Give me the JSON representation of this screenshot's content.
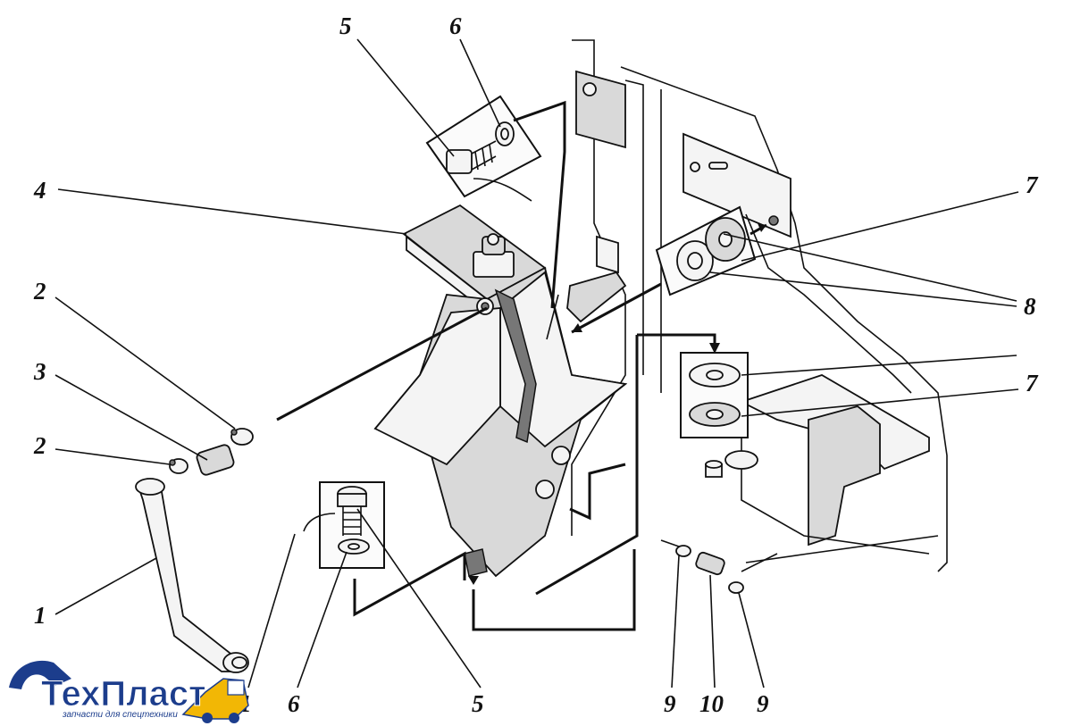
{
  "callouts": [
    {
      "id": "c5a",
      "text": "5"
    },
    {
      "id": "c6a",
      "text": "6"
    },
    {
      "id": "c4",
      "text": "4"
    },
    {
      "id": "c7a",
      "text": "7"
    },
    {
      "id": "c8",
      "text": "8"
    },
    {
      "id": "c2a",
      "text": "2"
    },
    {
      "id": "c3",
      "text": "3"
    },
    {
      "id": "c2b",
      "text": "2"
    },
    {
      "id": "c7b",
      "text": "7"
    },
    {
      "id": "c1",
      "text": "1"
    },
    {
      "id": "c11",
      "text": "11"
    },
    {
      "id": "c6b",
      "text": "6"
    },
    {
      "id": "c5b",
      "text": "5"
    },
    {
      "id": "c9a",
      "text": "9"
    },
    {
      "id": "c10",
      "text": "10"
    },
    {
      "id": "c9b",
      "text": "9"
    }
  ],
  "logo": {
    "name": "ТехПласт",
    "tagline": "запчасти для спецтехники",
    "color": "#1c3d8c",
    "accent_color": "#f2b705",
    "icon": "excavator-icon"
  }
}
